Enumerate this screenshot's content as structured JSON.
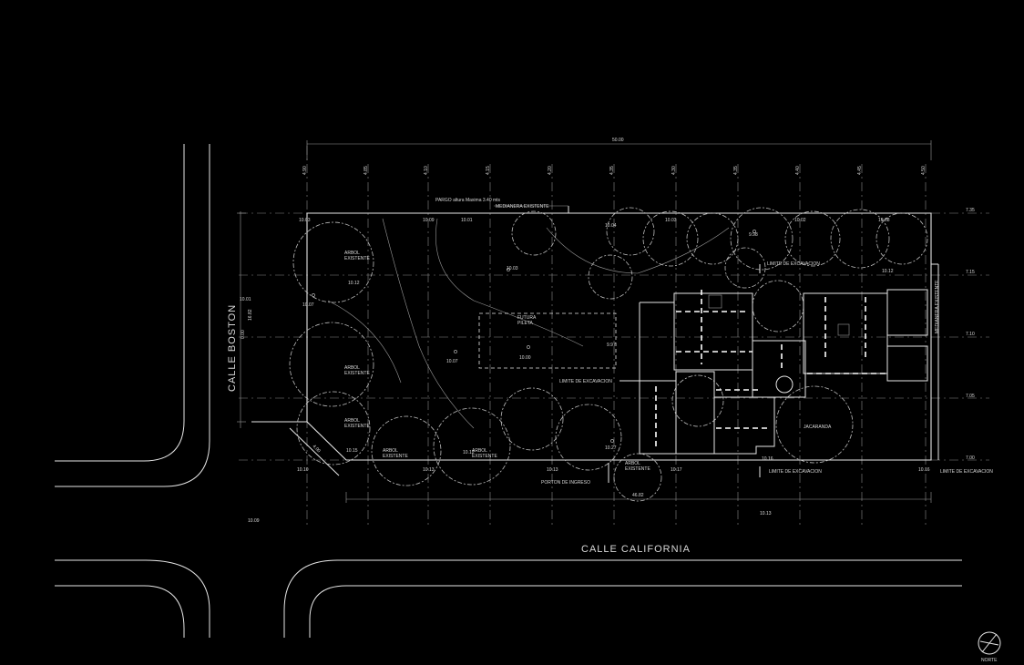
{
  "streets": {
    "boston": "CALLE BOSTON",
    "california": "CALLE CALIFORNIA"
  },
  "dimensions": {
    "top_total": "50.00",
    "left_depth": "16.82",
    "left_sub": "10.01",
    "bottom_front": "46.82",
    "chamfer": "4.00",
    "boston_small": "0.00"
  },
  "top_offsets": [
    "4.90",
    "4.85",
    "4.10",
    "4.15",
    "4.20",
    "4.35",
    "4.30",
    "4.35",
    "4.40",
    "4.45",
    "4.50"
  ],
  "right_levels": [
    "7.35",
    "7.15",
    "7.10",
    "7.05",
    "7.00"
  ],
  "labels": {
    "pargo_note": "PARGO altura Maxima 3.40 mts",
    "medianera_top": "MEDIANERA EXISTENTE",
    "medianera_right": "MEDIANERA EXISTENTE",
    "limite_excavacion_1": "LIMITE DE EXCAVACION",
    "limite_excavacion_2": "LIMITE DE EXCAVACION",
    "limite_excavacion_3": "LIMITE DE EXCAVACION",
    "limite_excavacion_4": "LIMITE DE EXCAVACION",
    "portion_ingreso": "PORTON DE INGRESO",
    "futura": "FUTURA",
    "pileta": "PILETA",
    "jacaranda": "JACARANDA",
    "norte": "NORTE"
  },
  "trees": [
    {
      "l1": "ARBOL",
      "l2": "EXISTENTE"
    },
    {
      "l1": "ARBOL",
      "l2": "EXISTENTE"
    },
    {
      "l1": "ARBOL",
      "l2": "EXISTENTE"
    },
    {
      "l1": "ARBOL",
      "l2": "EXISTENTE"
    },
    {
      "l1": "ARBOL",
      "l2": "EXISTENTE"
    },
    {
      "l1": "ARBOL",
      "l2": "EXISTENTE"
    }
  ],
  "spot_levels": {
    "a": "10.03",
    "b": "10.09",
    "c": "10.01",
    "d": "10.04",
    "e": "10.03",
    "f": "9.98",
    "g": "10.02",
    "h": "10.08",
    "i": "10.12",
    "j": "10.03",
    "k": "10.12",
    "l": "10.07",
    "m": "10.07",
    "n": "10.00",
    "o": "9.97",
    "p": "10.15",
    "q": "10.12",
    "r": "10.13",
    "s": "10.13",
    "t": "10.27",
    "u": "10.17",
    "v": "10.16",
    "w": "10.16",
    "x": "10.10",
    "y": "10.13",
    "z": "10.09"
  }
}
